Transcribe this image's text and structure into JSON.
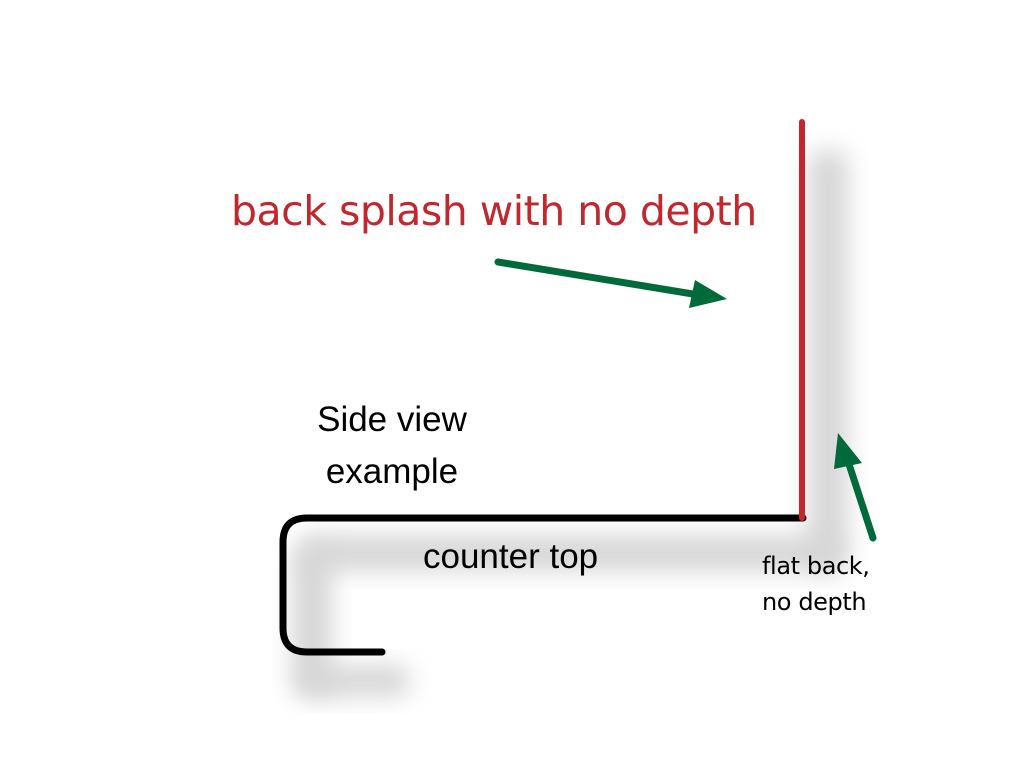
{
  "labels": {
    "backsplash": "back splash with no depth",
    "side_view_line1": "Side view",
    "side_view_line2": "example",
    "counter_top": "counter top",
    "flat_back_line1": "flat back,",
    "flat_back_line2": "no depth"
  },
  "colors": {
    "backsplash": "#c1272d",
    "arrow": "#006a3a",
    "counter": "#000000",
    "shadow": "#c8c8c8"
  }
}
